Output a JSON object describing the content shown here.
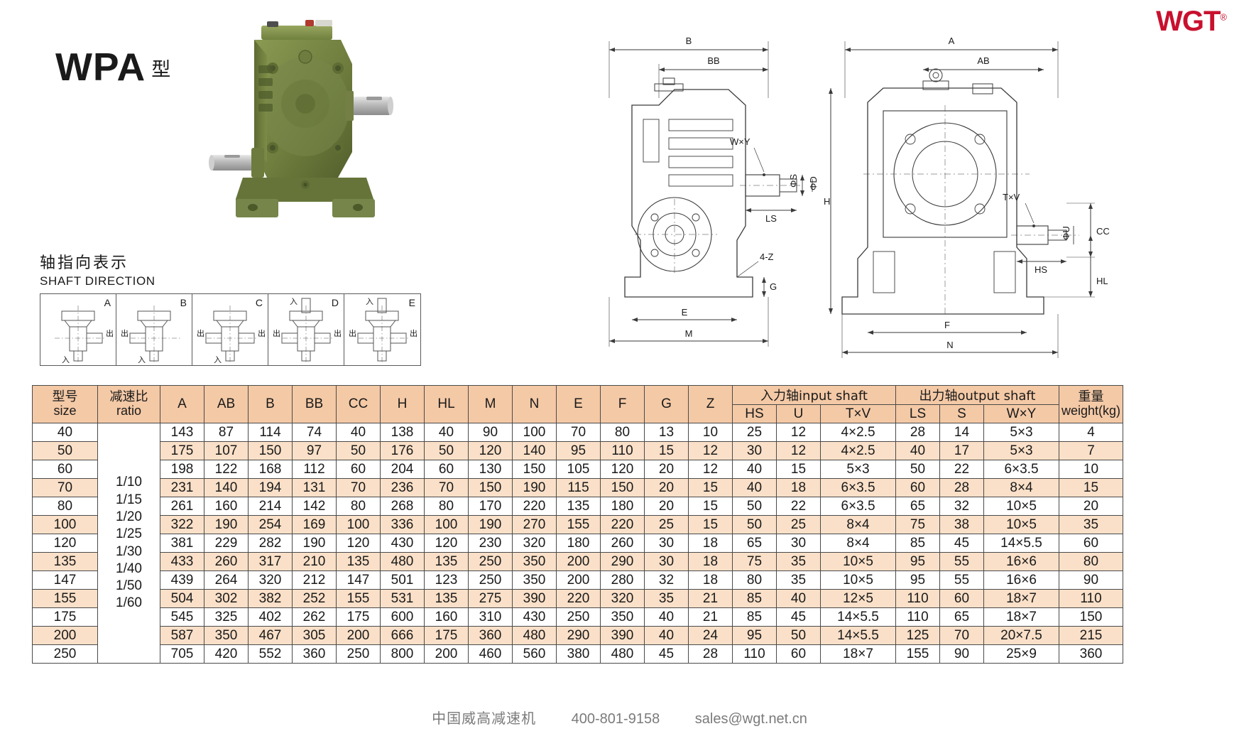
{
  "brand": {
    "name": "WGT",
    "registered": "®",
    "color": "#c8102e"
  },
  "title": {
    "model": "WPA",
    "suffix": "型"
  },
  "shaft_direction": {
    "title_cn": "轴指向表示",
    "title_en": "SHAFT DIRECTION",
    "cells": [
      {
        "letter": "A",
        "in": "入",
        "out_right": "出",
        "out_left": "",
        "top": ""
      },
      {
        "letter": "B",
        "in": "入",
        "out_right": "",
        "out_left": "出",
        "top": ""
      },
      {
        "letter": "C",
        "in": "入",
        "out_right": "出",
        "out_left": "出",
        "top": ""
      },
      {
        "letter": "D",
        "in": "入",
        "out_right": "出",
        "out_left": "出",
        "top": "入"
      },
      {
        "letter": "E",
        "in": "入",
        "out_right": "出",
        "out_left": "出",
        "top": "入"
      }
    ]
  },
  "drawings": {
    "front_labels": [
      "B",
      "BB",
      "W×Y",
      "ΦS",
      "ΦD",
      "LS",
      "4-Z",
      "G",
      "E",
      "M",
      "H"
    ],
    "side_labels": [
      "A",
      "AB",
      "T×V",
      "ΦU",
      "CC",
      "HS",
      "HL",
      "F",
      "N"
    ]
  },
  "table": {
    "headers": {
      "size_cn": "型号",
      "size_en": "size",
      "ratio_cn": "减速比",
      "ratio_en": "ratio",
      "dims": [
        "A",
        "AB",
        "B",
        "BB",
        "CC",
        "H",
        "HL",
        "M",
        "N",
        "E",
        "F",
        "G",
        "Z"
      ],
      "input_group": "入力轴input shaft",
      "input_cols": [
        "HS",
        "U",
        "T×V"
      ],
      "output_group": "出力轴output shaft",
      "output_cols": [
        "LS",
        "S",
        "W×Y"
      ],
      "weight_cn": "重量",
      "weight_en": "weight(kg)"
    },
    "ratio_values": [
      "1/10",
      "1/15",
      "1/20",
      "1/25",
      "1/30",
      "1/40",
      "1/50",
      "1/60"
    ],
    "rows": [
      {
        "size": "40",
        "A": "143",
        "AB": "87",
        "B": "114",
        "BB": "74",
        "CC": "40",
        "H": "138",
        "HL": "40",
        "M": "90",
        "N": "100",
        "E": "70",
        "F": "80",
        "G": "13",
        "Z": "10",
        "HS": "25",
        "U": "12",
        "TV": "4×2.5",
        "LS": "28",
        "S": "14",
        "WY": "5×3",
        "weight": "4"
      },
      {
        "size": "50",
        "A": "175",
        "AB": "107",
        "B": "150",
        "BB": "97",
        "CC": "50",
        "H": "176",
        "HL": "50",
        "M": "120",
        "N": "140",
        "E": "95",
        "F": "110",
        "G": "15",
        "Z": "12",
        "HS": "30",
        "U": "12",
        "TV": "4×2.5",
        "LS": "40",
        "S": "17",
        "WY": "5×3",
        "weight": "7"
      },
      {
        "size": "60",
        "A": "198",
        "AB": "122",
        "B": "168",
        "BB": "112",
        "CC": "60",
        "H": "204",
        "HL": "60",
        "M": "130",
        "N": "150",
        "E": "105",
        "F": "120",
        "G": "20",
        "Z": "12",
        "HS": "40",
        "U": "15",
        "TV": "5×3",
        "LS": "50",
        "S": "22",
        "WY": "6×3.5",
        "weight": "10"
      },
      {
        "size": "70",
        "A": "231",
        "AB": "140",
        "B": "194",
        "BB": "131",
        "CC": "70",
        "H": "236",
        "HL": "70",
        "M": "150",
        "N": "190",
        "E": "115",
        "F": "150",
        "G": "20",
        "Z": "15",
        "HS": "40",
        "U": "18",
        "TV": "6×3.5",
        "LS": "60",
        "S": "28",
        "WY": "8×4",
        "weight": "15"
      },
      {
        "size": "80",
        "A": "261",
        "AB": "160",
        "B": "214",
        "BB": "142",
        "CC": "80",
        "H": "268",
        "HL": "80",
        "M": "170",
        "N": "220",
        "E": "135",
        "F": "180",
        "G": "20",
        "Z": "15",
        "HS": "50",
        "U": "22",
        "TV": "6×3.5",
        "LS": "65",
        "S": "32",
        "WY": "10×5",
        "weight": "20"
      },
      {
        "size": "100",
        "A": "322",
        "AB": "190",
        "B": "254",
        "BB": "169",
        "CC": "100",
        "H": "336",
        "HL": "100",
        "M": "190",
        "N": "270",
        "E": "155",
        "F": "220",
        "G": "25",
        "Z": "15",
        "HS": "50",
        "U": "25",
        "TV": "8×4",
        "LS": "75",
        "S": "38",
        "WY": "10×5",
        "weight": "35"
      },
      {
        "size": "120",
        "A": "381",
        "AB": "229",
        "B": "282",
        "BB": "190",
        "CC": "120",
        "H": "430",
        "HL": "120",
        "M": "230",
        "N": "320",
        "E": "180",
        "F": "260",
        "G": "30",
        "Z": "18",
        "HS": "65",
        "U": "30",
        "TV": "8×4",
        "LS": "85",
        "S": "45",
        "WY": "14×5.5",
        "weight": "60"
      },
      {
        "size": "135",
        "A": "433",
        "AB": "260",
        "B": "317",
        "BB": "210",
        "CC": "135",
        "H": "480",
        "HL": "135",
        "M": "250",
        "N": "350",
        "E": "200",
        "F": "290",
        "G": "30",
        "Z": "18",
        "HS": "75",
        "U": "35",
        "TV": "10×5",
        "LS": "95",
        "S": "55",
        "WY": "16×6",
        "weight": "80"
      },
      {
        "size": "147",
        "A": "439",
        "AB": "264",
        "B": "320",
        "BB": "212",
        "CC": "147",
        "H": "501",
        "HL": "123",
        "M": "250",
        "N": "350",
        "E": "200",
        "F": "280",
        "G": "32",
        "Z": "18",
        "HS": "80",
        "U": "35",
        "TV": "10×5",
        "LS": "95",
        "S": "55",
        "WY": "16×6",
        "weight": "90"
      },
      {
        "size": "155",
        "A": "504",
        "AB": "302",
        "B": "382",
        "BB": "252",
        "CC": "155",
        "H": "531",
        "HL": "135",
        "M": "275",
        "N": "390",
        "E": "220",
        "F": "320",
        "G": "35",
        "Z": "21",
        "HS": "85",
        "U": "40",
        "TV": "12×5",
        "LS": "110",
        "S": "60",
        "WY": "18×7",
        "weight": "110"
      },
      {
        "size": "175",
        "A": "545",
        "AB": "325",
        "B": "402",
        "BB": "262",
        "CC": "175",
        "H": "600",
        "HL": "160",
        "M": "310",
        "N": "430",
        "E": "250",
        "F": "350",
        "G": "40",
        "Z": "21",
        "HS": "85",
        "U": "45",
        "TV": "14×5.5",
        "LS": "110",
        "S": "65",
        "WY": "18×7",
        "weight": "150"
      },
      {
        "size": "200",
        "A": "587",
        "AB": "350",
        "B": "467",
        "BB": "305",
        "CC": "200",
        "H": "666",
        "HL": "175",
        "M": "360",
        "N": "480",
        "E": "290",
        "F": "390",
        "G": "40",
        "Z": "24",
        "HS": "95",
        "U": "50",
        "TV": "14×5.5",
        "LS": "125",
        "S": "70",
        "WY": "20×7.5",
        "weight": "215"
      },
      {
        "size": "250",
        "A": "705",
        "AB": "420",
        "B": "552",
        "BB": "360",
        "CC": "250",
        "H": "800",
        "HL": "200",
        "M": "460",
        "N": "560",
        "E": "380",
        "F": "480",
        "G": "45",
        "Z": "28",
        "HS": "110",
        "U": "60",
        "TV": "18×7",
        "LS": "155",
        "S": "90",
        "WY": "25×9",
        "weight": "360"
      }
    ]
  },
  "footer": {
    "company": "中国威高减速机",
    "phone": "400-801-9158",
    "email": "sales@wgt.net.cn"
  },
  "colors": {
    "header_bg": "#f4c9a6",
    "alt_row_bg": "#fae0c8",
    "border": "#4a4a4a",
    "brand_red": "#c8102e",
    "gearbox_green": "#6f7d3e"
  }
}
